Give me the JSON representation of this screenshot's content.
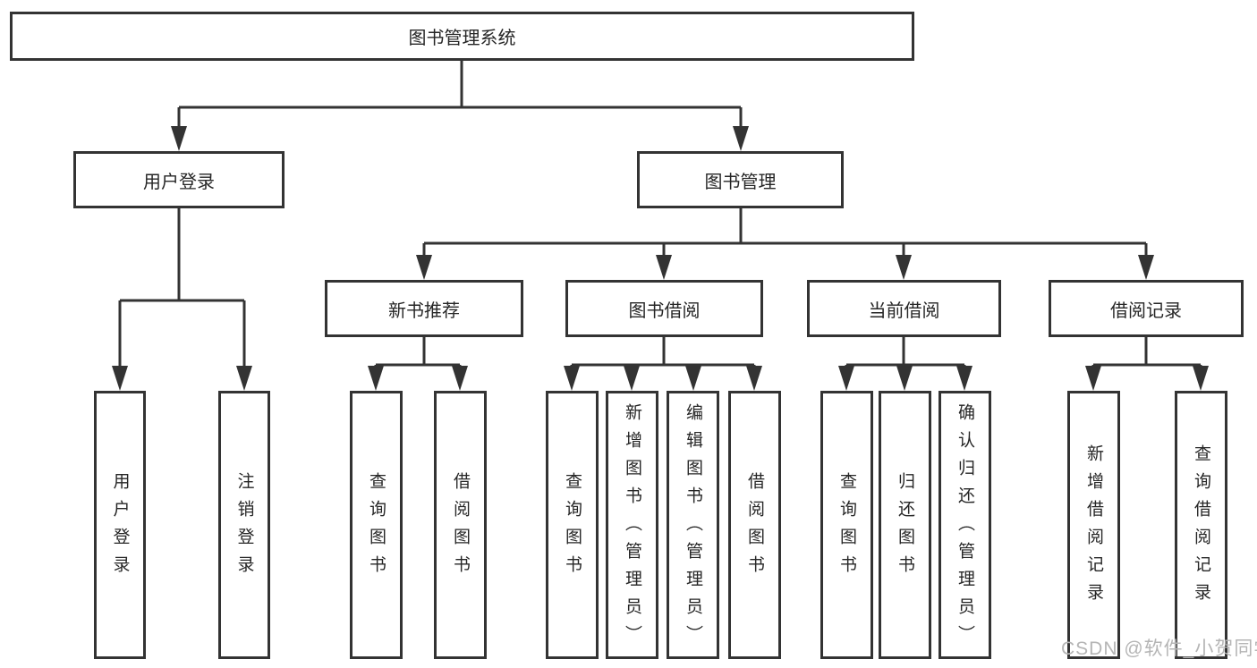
{
  "tree": {
    "label": "图书管理系统",
    "children": [
      {
        "label": "用户登录",
        "children": [
          {
            "label": "用户登录"
          },
          {
            "label": "注销登录"
          }
        ]
      },
      {
        "label": "图书管理",
        "children": [
          {
            "label": "新书推荐",
            "children": [
              {
                "label": "查询图书"
              },
              {
                "label": "借阅图书"
              }
            ]
          },
          {
            "label": "图书借阅",
            "children": [
              {
                "label": "查询图书"
              },
              {
                "label": "新增图书（管理员）"
              },
              {
                "label": "编辑图书（管理员）"
              },
              {
                "label": "借阅图书"
              }
            ]
          },
          {
            "label": "当前借阅",
            "children": [
              {
                "label": "查询图书"
              },
              {
                "label": "归还图书"
              },
              {
                "label": "确认归还（管理员）"
              }
            ]
          },
          {
            "label": "借阅记录",
            "children": [
              {
                "label": "新增借阅记录"
              },
              {
                "label": "查询借阅记录"
              }
            ]
          }
        ]
      }
    ]
  },
  "watermark": "CSDN @软件_小贺同学",
  "colors": {
    "line": "#333333",
    "text": "#262626",
    "background": "#ffffff",
    "watermark": "#b5b5b5"
  }
}
